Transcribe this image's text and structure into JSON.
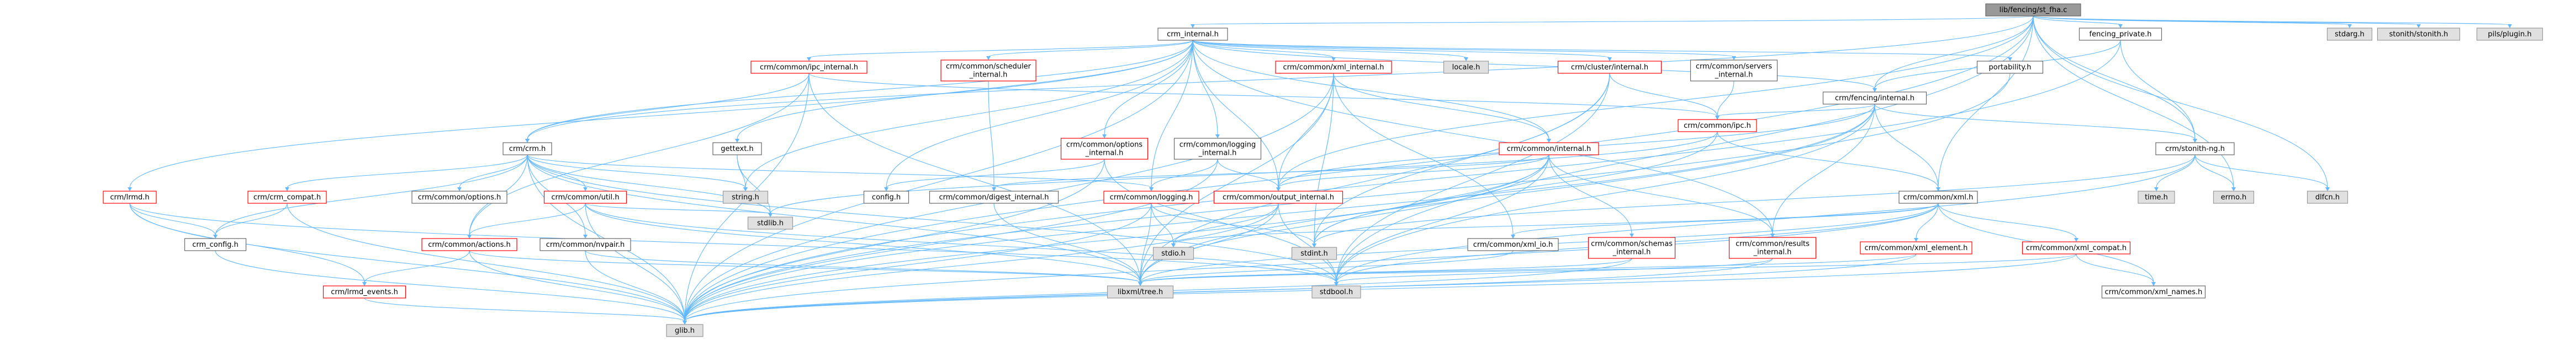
{
  "diagram": {
    "root_id": "fencing_st",
    "colors": {
      "root_fill": "#999999",
      "root_stroke": "#666666",
      "normal_fill": "#ffffff",
      "normal_stroke": "#666666",
      "missing_fill": "#e0e0e0",
      "missing_stroke": "#999999",
      "red_fill": "#ffffff",
      "red_stroke": "#ff0000",
      "edge": "#63b8ff",
      "text": "#000000"
    },
    "nodes": [
      {
        "id": "fencing_st",
        "label": "lib/fencing/st_fha.c",
        "kind": "root"
      },
      {
        "id": "crm_internal",
        "label": "crm_internal.h",
        "kind": "normal"
      },
      {
        "id": "fencing_private",
        "label": "fencing_private.h",
        "kind": "normal"
      },
      {
        "id": "stdarg",
        "label": "stdarg.h",
        "kind": "missing"
      },
      {
        "id": "stonith_stonith",
        "label": "stonith/stonith.h",
        "kind": "missing"
      },
      {
        "id": "pils_plugin",
        "label": "pils/plugin.h",
        "kind": "missing"
      },
      {
        "id": "ipc_internal",
        "label": "crm/common/ipc_internal.h",
        "kind": "red"
      },
      {
        "id": "scheduler_internal",
        "label": "crm/common/scheduler\n_internal.h",
        "kind": "red"
      },
      {
        "id": "xml_internal",
        "label": "crm/common/xml_internal.h",
        "kind": "red"
      },
      {
        "id": "locale",
        "label": "locale.h",
        "kind": "missing"
      },
      {
        "id": "cluster_internal",
        "label": "crm/cluster/internal.h",
        "kind": "red"
      },
      {
        "id": "servers_internal",
        "label": "crm/common/servers\n_internal.h",
        "kind": "normal"
      },
      {
        "id": "portability",
        "label": "portability.h",
        "kind": "normal"
      },
      {
        "id": "fencing_internal",
        "label": "crm/fencing/internal.h",
        "kind": "normal"
      },
      {
        "id": "crm_h",
        "label": "crm/crm.h",
        "kind": "normal"
      },
      {
        "id": "gettext",
        "label": "gettext.h",
        "kind": "normal"
      },
      {
        "id": "options_internal",
        "label": "crm/common/options\n_internal.h",
        "kind": "red"
      },
      {
        "id": "logging_internal",
        "label": "crm/common/logging\n_internal.h",
        "kind": "normal"
      },
      {
        "id": "common_internal",
        "label": "crm/common/internal.h",
        "kind": "red"
      },
      {
        "id": "ipc_h",
        "label": "crm/common/ipc.h",
        "kind": "red"
      },
      {
        "id": "stonith_ng",
        "label": "crm/stonith-ng.h",
        "kind": "normal"
      },
      {
        "id": "lrmd_h",
        "label": "crm/lrmd.h",
        "kind": "red"
      },
      {
        "id": "crm_compat",
        "label": "crm/crm_compat.h",
        "kind": "red"
      },
      {
        "id": "common_options",
        "label": "crm/common/options.h",
        "kind": "normal"
      },
      {
        "id": "common_util",
        "label": "crm/common/util.h",
        "kind": "red"
      },
      {
        "id": "string_h",
        "label": "string.h",
        "kind": "missing"
      },
      {
        "id": "config_h",
        "label": "config.h",
        "kind": "normal"
      },
      {
        "id": "digest_internal",
        "label": "crm/common/digest_internal.h",
        "kind": "normal"
      },
      {
        "id": "common_logging",
        "label": "crm/common/logging.h",
        "kind": "red"
      },
      {
        "id": "output_internal",
        "label": "crm/common/output_internal.h",
        "kind": "red"
      },
      {
        "id": "time_h",
        "label": "time.h",
        "kind": "missing"
      },
      {
        "id": "errno_h",
        "label": "errno.h",
        "kind": "missing"
      },
      {
        "id": "common_xml",
        "label": "crm/common/xml.h",
        "kind": "normal"
      },
      {
        "id": "dlfcn_h",
        "label": "dlfcn.h",
        "kind": "missing"
      },
      {
        "id": "crm_config",
        "label": "crm_config.h",
        "kind": "normal"
      },
      {
        "id": "common_actions",
        "label": "crm/common/actions.h",
        "kind": "red"
      },
      {
        "id": "common_nvpair",
        "label": "crm/common/nvpair.h",
        "kind": "normal"
      },
      {
        "id": "stdlib_h",
        "label": "stdlib.h",
        "kind": "missing"
      },
      {
        "id": "stdio_h",
        "label": "stdio.h",
        "kind": "missing"
      },
      {
        "id": "stdint_h",
        "label": "stdint.h",
        "kind": "missing"
      },
      {
        "id": "xml_io",
        "label": "crm/common/xml_io.h",
        "kind": "normal"
      },
      {
        "id": "schemas_internal",
        "label": "crm/common/schemas\n_internal.h",
        "kind": "red"
      },
      {
        "id": "results_internal",
        "label": "crm/common/results\n_internal.h",
        "kind": "red"
      },
      {
        "id": "xml_element",
        "label": "crm/common/xml_element.h",
        "kind": "red"
      },
      {
        "id": "xml_compat",
        "label": "crm/common/xml_compat.h",
        "kind": "red"
      },
      {
        "id": "lrmd_events",
        "label": "crm/lrmd_events.h",
        "kind": "red"
      },
      {
        "id": "libxml_tree",
        "label": "libxml/tree.h",
        "kind": "missing"
      },
      {
        "id": "stdbool_h",
        "label": "stdbool.h",
        "kind": "missing"
      },
      {
        "id": "xml_names",
        "label": "crm/common/xml_names.h",
        "kind": "normal"
      },
      {
        "id": "glib_h",
        "label": "glib.h",
        "kind": "missing"
      }
    ],
    "edges": [
      [
        "fencing_st",
        "crm_internal"
      ],
      [
        "fencing_st",
        "fencing_private"
      ],
      [
        "fencing_st",
        "stdarg"
      ],
      [
        "fencing_st",
        "stonith_stonith"
      ],
      [
        "fencing_st",
        "pils_plugin"
      ],
      [
        "fencing_st",
        "crm_h"
      ],
      [
        "fencing_st",
        "stonith_ng"
      ],
      [
        "fencing_st",
        "fencing_internal"
      ],
      [
        "fencing_st",
        "common_xml"
      ],
      [
        "fencing_st",
        "glib_h"
      ],
      [
        "fencing_st",
        "dlfcn_h"
      ],
      [
        "fencing_st",
        "errno_h"
      ],
      [
        "fencing_st",
        "stdbool_h"
      ],
      [
        "fencing_st",
        "output_internal"
      ],
      [
        "crm_internal",
        "ipc_internal"
      ],
      [
        "crm_internal",
        "scheduler_internal"
      ],
      [
        "crm_internal",
        "xml_internal"
      ],
      [
        "crm_internal",
        "locale"
      ],
      [
        "crm_internal",
        "cluster_internal"
      ],
      [
        "crm_internal",
        "servers_internal"
      ],
      [
        "crm_internal",
        "portability"
      ],
      [
        "crm_internal",
        "crm_h"
      ],
      [
        "crm_internal",
        "gettext"
      ],
      [
        "crm_internal",
        "options_internal"
      ],
      [
        "crm_internal",
        "logging_internal"
      ],
      [
        "crm_internal",
        "common_internal"
      ],
      [
        "crm_internal",
        "config_h"
      ],
      [
        "crm_internal",
        "string_h"
      ],
      [
        "crm_internal",
        "output_internal"
      ],
      [
        "crm_internal",
        "lrmd_h"
      ],
      [
        "crm_internal",
        "common_logging"
      ],
      [
        "crm_internal",
        "glib_h"
      ],
      [
        "crm_internal",
        "results_internal"
      ],
      [
        "crm_internal",
        "fencing_internal"
      ],
      [
        "fencing_private",
        "fencing_internal"
      ],
      [
        "fencing_private",
        "stonith_ng"
      ],
      [
        "fencing_private",
        "glib_h"
      ],
      [
        "ipc_internal",
        "crm_h"
      ],
      [
        "ipc_internal",
        "ipc_h"
      ],
      [
        "ipc_internal",
        "libxml_tree"
      ],
      [
        "ipc_internal",
        "glib_h"
      ],
      [
        "ipc_internal",
        "common_actions"
      ],
      [
        "scheduler_internal",
        "digest_internal"
      ],
      [
        "xml_internal",
        "output_internal"
      ],
      [
        "xml_internal",
        "libxml_tree"
      ],
      [
        "xml_internal",
        "stdint_h"
      ],
      [
        "xml_internal",
        "common_internal"
      ],
      [
        "xml_internal",
        "xml_io"
      ],
      [
        "xml_internal",
        "glib_h"
      ],
      [
        "cluster_internal",
        "ipc_h"
      ],
      [
        "cluster_internal",
        "stdint_h"
      ],
      [
        "cluster_internal",
        "stdbool_h"
      ],
      [
        "cluster_internal",
        "libxml_tree"
      ],
      [
        "servers_internal",
        "ipc_h"
      ],
      [
        "portability",
        "glib_h"
      ],
      [
        "fencing_internal",
        "ipc_h"
      ],
      [
        "fencing_internal",
        "stonith_ng"
      ],
      [
        "fencing_internal",
        "common_xml"
      ],
      [
        "fencing_internal",
        "libxml_tree"
      ],
      [
        "fencing_internal",
        "stdbool_h"
      ],
      [
        "fencing_internal",
        "glib_h"
      ],
      [
        "fencing_internal",
        "results_internal"
      ],
      [
        "fencing_internal",
        "output_internal"
      ],
      [
        "crm_h",
        "crm_config"
      ],
      [
        "crm_h",
        "stdlib_h"
      ],
      [
        "crm_h",
        "glib_h"
      ],
      [
        "crm_h",
        "stdbool_h"
      ],
      [
        "crm_h",
        "string_h"
      ],
      [
        "crm_h",
        "libxml_tree"
      ],
      [
        "crm_h",
        "crm_compat"
      ],
      [
        "crm_h",
        "common_options"
      ],
      [
        "crm_h",
        "common_util"
      ],
      [
        "crm_h",
        "common_logging"
      ],
      [
        "crm_h",
        "common_actions"
      ],
      [
        "crm_h",
        "common_nvpair"
      ],
      [
        "gettext",
        "string_h"
      ],
      [
        "gettext",
        "stdlib_h"
      ],
      [
        "options_internal",
        "glib_h"
      ],
      [
        "options_internal",
        "stdbool_h"
      ],
      [
        "options_internal",
        "config_h"
      ],
      [
        "logging_internal",
        "output_internal"
      ],
      [
        "logging_internal",
        "glib_h"
      ],
      [
        "logging_internal",
        "common_logging"
      ],
      [
        "common_internal",
        "glib_h"
      ],
      [
        "common_internal",
        "results_internal"
      ],
      [
        "common_internal",
        "schemas_internal"
      ],
      [
        "common_internal",
        "stdbool_h"
      ],
      [
        "common_internal",
        "stdint_h"
      ],
      [
        "common_internal",
        "libxml_tree"
      ],
      [
        "common_internal",
        "digest_internal"
      ],
      [
        "common_internal",
        "output_internal"
      ],
      [
        "ipc_h",
        "stdint_h"
      ],
      [
        "ipc_h",
        "stdlib_h"
      ],
      [
        "ipc_h",
        "common_xml"
      ],
      [
        "stonith_ng",
        "dlfcn_h"
      ],
      [
        "stonith_ng",
        "errno_h"
      ],
      [
        "stonith_ng",
        "time_h"
      ],
      [
        "stonith_ng",
        "stdbool_h"
      ],
      [
        "stonith_ng",
        "stdint_h"
      ],
      [
        "lrmd_h",
        "crm_config"
      ],
      [
        "lrmd_h",
        "lrmd_events"
      ],
      [
        "lrmd_h",
        "glib_h"
      ],
      [
        "lrmd_h",
        "stdbool_h"
      ],
      [
        "crm_compat",
        "glib_h"
      ],
      [
        "crm_compat",
        "crm_config"
      ],
      [
        "common_util",
        "stdlib_h"
      ],
      [
        "common_util",
        "common_actions"
      ],
      [
        "common_util",
        "glib_h"
      ],
      [
        "common_util",
        "libxml_tree"
      ],
      [
        "common_util",
        "stdbool_h"
      ],
      [
        "digest_internal",
        "libxml_tree"
      ],
      [
        "common_logging",
        "stdio_h"
      ],
      [
        "common_logging",
        "stdint_h"
      ],
      [
        "common_logging",
        "glib_h"
      ],
      [
        "common_logging",
        "libxml_tree"
      ],
      [
        "output_internal",
        "stdio_h"
      ],
      [
        "output_internal",
        "libxml_tree"
      ],
      [
        "output_internal",
        "glib_h"
      ],
      [
        "output_internal",
        "stdbool_h"
      ],
      [
        "common_xml",
        "stdio_h"
      ],
      [
        "common_xml",
        "libxml_tree"
      ],
      [
        "common_xml",
        "xml_io"
      ],
      [
        "common_xml",
        "xml_element"
      ],
      [
        "common_xml",
        "xml_compat"
      ],
      [
        "common_xml",
        "xml_names"
      ],
      [
        "common_xml",
        "glib_h"
      ],
      [
        "common_xml",
        "stdbool_h"
      ],
      [
        "common_actions",
        "lrmd_events"
      ],
      [
        "common_actions",
        "glib_h"
      ],
      [
        "common_actions",
        "libxml_tree"
      ],
      [
        "common_nvpair",
        "libxml_tree"
      ],
      [
        "common_nvpair",
        "glib_h"
      ],
      [
        "xml_io",
        "libxml_tree"
      ],
      [
        "schemas_internal",
        "libxml_tree"
      ],
      [
        "schemas_internal",
        "glib_h"
      ],
      [
        "results_internal",
        "glib_h"
      ],
      [
        "results_internal",
        "stdbool_h"
      ],
      [
        "xml_element",
        "libxml_tree"
      ],
      [
        "xml_element",
        "glib_h"
      ],
      [
        "xml_compat",
        "libxml_tree"
      ],
      [
        "xml_compat",
        "glib_h"
      ],
      [
        "xml_compat",
        "xml_names"
      ],
      [
        "lrmd_events",
        "glib_h"
      ],
      [
        "crm_config",
        "glib_h"
      ]
    ]
  }
}
